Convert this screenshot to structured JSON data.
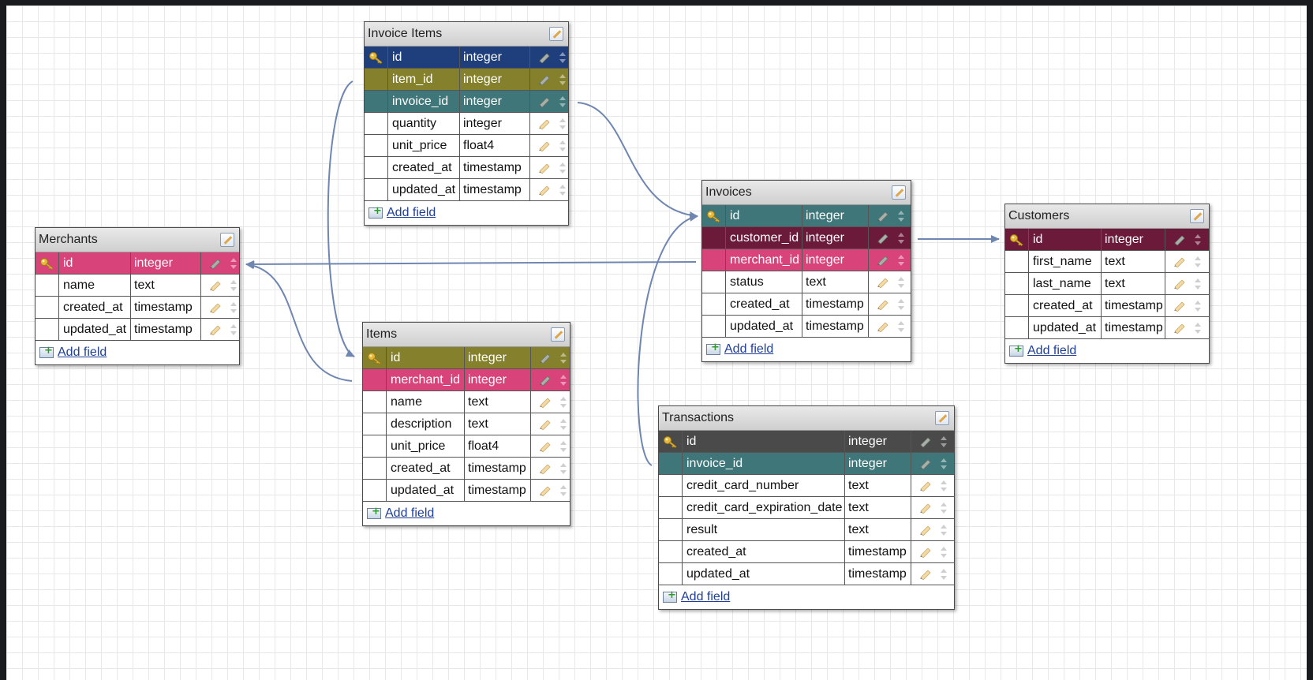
{
  "add_field_label": "Add field",
  "colors": {
    "navy": "#1e3f7c",
    "olive": "#85802b",
    "teal": "#3f7679",
    "pink": "#d84479",
    "maroon": "#6b1a3a",
    "charcoal": "#4a4a4a",
    "plain": "#ffffff",
    "relationship_line": "#6f86b1"
  },
  "tables": {
    "invoice_items": {
      "title": "Invoice Items",
      "fields": [
        {
          "name": "id",
          "type": "integer",
          "primary_key": true,
          "color": "navy"
        },
        {
          "name": "item_id",
          "type": "integer",
          "color": "olive"
        },
        {
          "name": "invoice_id",
          "type": "integer",
          "color": "teal"
        },
        {
          "name": "quantity",
          "type": "integer",
          "color": "plain"
        },
        {
          "name": "unit_price",
          "type": "float4",
          "color": "plain"
        },
        {
          "name": "created_at",
          "type": "timestamp",
          "color": "plain"
        },
        {
          "name": "updated_at",
          "type": "timestamp",
          "color": "plain"
        }
      ]
    },
    "merchants": {
      "title": "Merchants",
      "fields": [
        {
          "name": "id",
          "type": "integer",
          "primary_key": true,
          "color": "pink"
        },
        {
          "name": "name",
          "type": "text",
          "color": "plain"
        },
        {
          "name": "created_at",
          "type": "timestamp",
          "color": "plain"
        },
        {
          "name": "updated_at",
          "type": "timestamp",
          "color": "plain"
        }
      ]
    },
    "items": {
      "title": "Items",
      "fields": [
        {
          "name": "id",
          "type": "integer",
          "primary_key": true,
          "color": "olive"
        },
        {
          "name": "merchant_id",
          "type": "integer",
          "color": "pink"
        },
        {
          "name": "name",
          "type": "text",
          "color": "plain"
        },
        {
          "name": "description",
          "type": "text",
          "color": "plain"
        },
        {
          "name": "unit_price",
          "type": "float4",
          "color": "plain"
        },
        {
          "name": "created_at",
          "type": "timestamp",
          "color": "plain"
        },
        {
          "name": "updated_at",
          "type": "timestamp",
          "color": "plain"
        }
      ]
    },
    "invoices": {
      "title": "Invoices",
      "fields": [
        {
          "name": "id",
          "type": "integer",
          "primary_key": true,
          "color": "teal"
        },
        {
          "name": "customer_id",
          "type": "integer",
          "color": "maroon"
        },
        {
          "name": "merchant_id",
          "type": "integer",
          "color": "pink"
        },
        {
          "name": "status",
          "type": "text",
          "color": "plain"
        },
        {
          "name": "created_at",
          "type": "timestamp",
          "color": "plain"
        },
        {
          "name": "updated_at",
          "type": "timestamp",
          "color": "plain"
        }
      ]
    },
    "customers": {
      "title": "Customers",
      "fields": [
        {
          "name": "id",
          "type": "integer",
          "primary_key": true,
          "color": "maroon"
        },
        {
          "name": "first_name",
          "type": "text",
          "color": "plain"
        },
        {
          "name": "last_name",
          "type": "text",
          "color": "plain"
        },
        {
          "name": "created_at",
          "type": "timestamp",
          "color": "plain"
        },
        {
          "name": "updated_at",
          "type": "timestamp",
          "color": "plain"
        }
      ]
    },
    "transactions": {
      "title": "Transactions",
      "fields": [
        {
          "name": "id",
          "type": "integer",
          "primary_key": true,
          "color": "charcoal"
        },
        {
          "name": "invoice_id",
          "type": "integer",
          "color": "teal"
        },
        {
          "name": "credit_card_number",
          "type": "text",
          "color": "plain"
        },
        {
          "name": "credit_card_expiration_date",
          "type": "text",
          "color": "plain"
        },
        {
          "name": "result",
          "type": "text",
          "color": "plain"
        },
        {
          "name": "created_at",
          "type": "timestamp",
          "color": "plain"
        },
        {
          "name": "updated_at",
          "type": "timestamp",
          "color": "plain"
        }
      ]
    }
  },
  "relationships": [
    {
      "from": "invoice_items.item_id",
      "to": "items.id"
    },
    {
      "from": "invoice_items.invoice_id",
      "to": "invoices.id"
    },
    {
      "from": "items.merchant_id",
      "to": "merchants.id"
    },
    {
      "from": "invoices.merchant_id",
      "to": "merchants.id"
    },
    {
      "from": "invoices.customer_id",
      "to": "customers.id"
    },
    {
      "from": "transactions.invoice_id",
      "to": "invoices.id"
    }
  ]
}
